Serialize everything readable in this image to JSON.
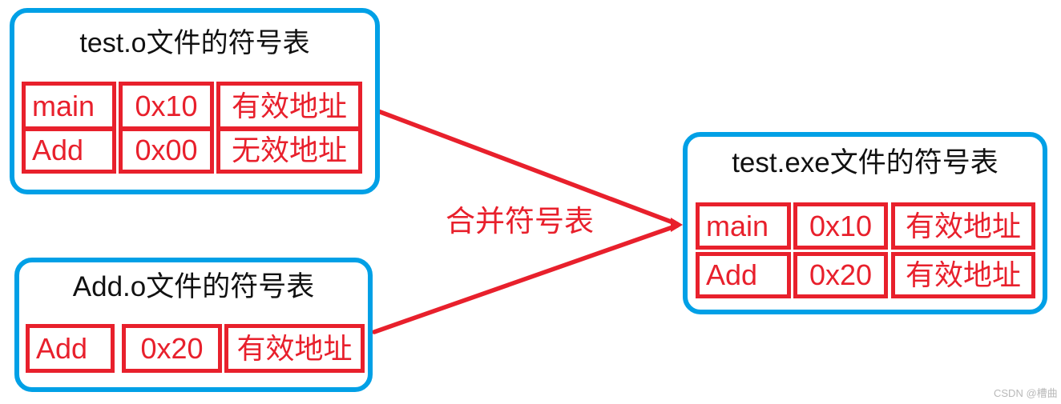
{
  "colors": {
    "border_blue": "#00a0e6",
    "red": "#e8202c",
    "title_black": "#111111",
    "watermark_gray": "#b9b9b9",
    "background": "#ffffff"
  },
  "boxes": {
    "test_o": {
      "title": "test.o文件的符号表",
      "rows": [
        {
          "symbol": "main",
          "address": "0x10",
          "status": "有效地址"
        },
        {
          "symbol": "Add",
          "address": "0x00",
          "status": "无效地址"
        }
      ]
    },
    "add_o": {
      "title": "Add.o文件的符号表",
      "rows": [
        {
          "symbol": "Add",
          "address": "0x20",
          "status": "有效地址"
        }
      ]
    },
    "test_exe": {
      "title": "test.exe文件的符号表",
      "rows": [
        {
          "symbol": "main",
          "address": "0x10",
          "status": "有效地址"
        },
        {
          "symbol": "Add",
          "address": "0x20",
          "status": "有效地址"
        }
      ]
    }
  },
  "merge_label": "合并符号表",
  "watermark": "CSDN @槽曲"
}
